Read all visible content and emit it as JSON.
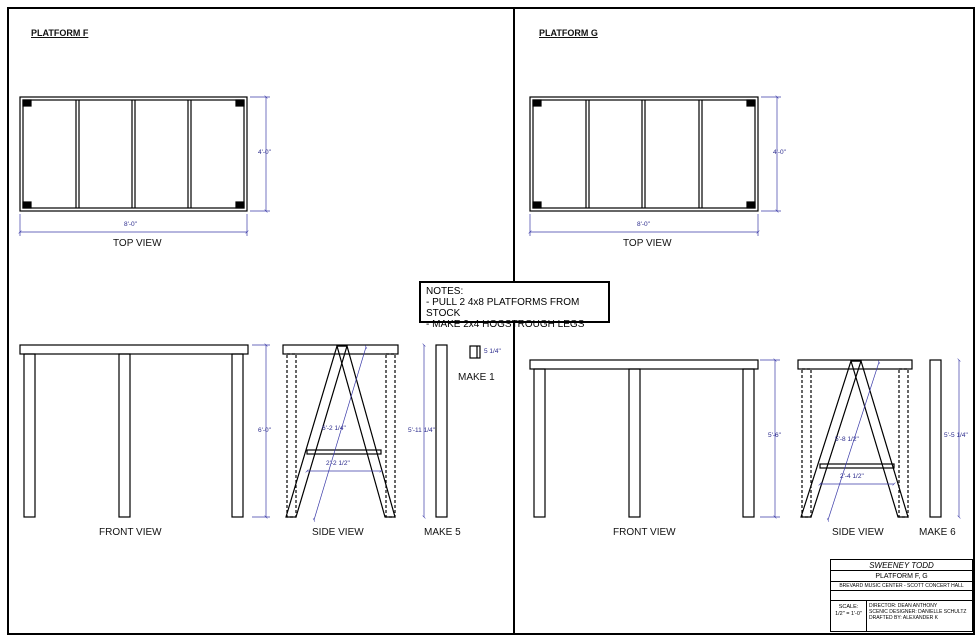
{
  "sheets": [
    {
      "title": "PLATFORM F",
      "top_view": {
        "label": "TOP VIEW",
        "width_dim": "8'-0\"",
        "depth_dim": "4'-0\""
      },
      "front_view": {
        "label": "FRONT VIEW",
        "height_dim": "6'-0\""
      },
      "side_view": {
        "label": "SIDE VIEW",
        "leg_dim": "6'-2 1/4\"",
        "brace_dim": "2'-2 1/2\""
      },
      "legs": {
        "label": "MAKE 5",
        "length_dim": "5'-11 1/4\""
      },
      "block": {
        "label": "MAKE 1",
        "dim": "5 1/4\""
      }
    },
    {
      "title": "PLATFORM G",
      "top_view": {
        "label": "TOP VIEW",
        "width_dim": "8'-0\"",
        "depth_dim": "4'-0\""
      },
      "front_view": {
        "label": "FRONT VIEW",
        "height_dim": "5'-6\""
      },
      "side_view": {
        "label": "SIDE VIEW",
        "leg_dim": "5'-8 1/2\"",
        "brace_dim": "2'-4 1/2\""
      },
      "legs": {
        "label": "MAKE 6",
        "length_dim": "5'-5 1/4\""
      }
    }
  ],
  "notes": {
    "heading": "NOTES:",
    "items": [
      "- PULL 2 4x8 PLATFORMS FROM STOCK",
      "- MAKE 2x4 HOGSTROUGH LEGS"
    ]
  },
  "title_block": {
    "production": "SWEENEY TODD",
    "drawing": "PLATFORM F, G",
    "venue": "BREVARD MUSIC CENTER - SCOTT CONCERT HALL",
    "scale_label": "SCALE:",
    "scale_value": "1/2\" = 1'-0\"",
    "director": "DIRECTOR: DEAN ANTHONY",
    "designer": "SCENIC DESIGNER: DANIELLE SCHULTZ",
    "drafter": "DRAFTED BY: ALEXANDER K"
  },
  "colors": {
    "line": "#000000",
    "dimension": "#3a3aa8"
  }
}
